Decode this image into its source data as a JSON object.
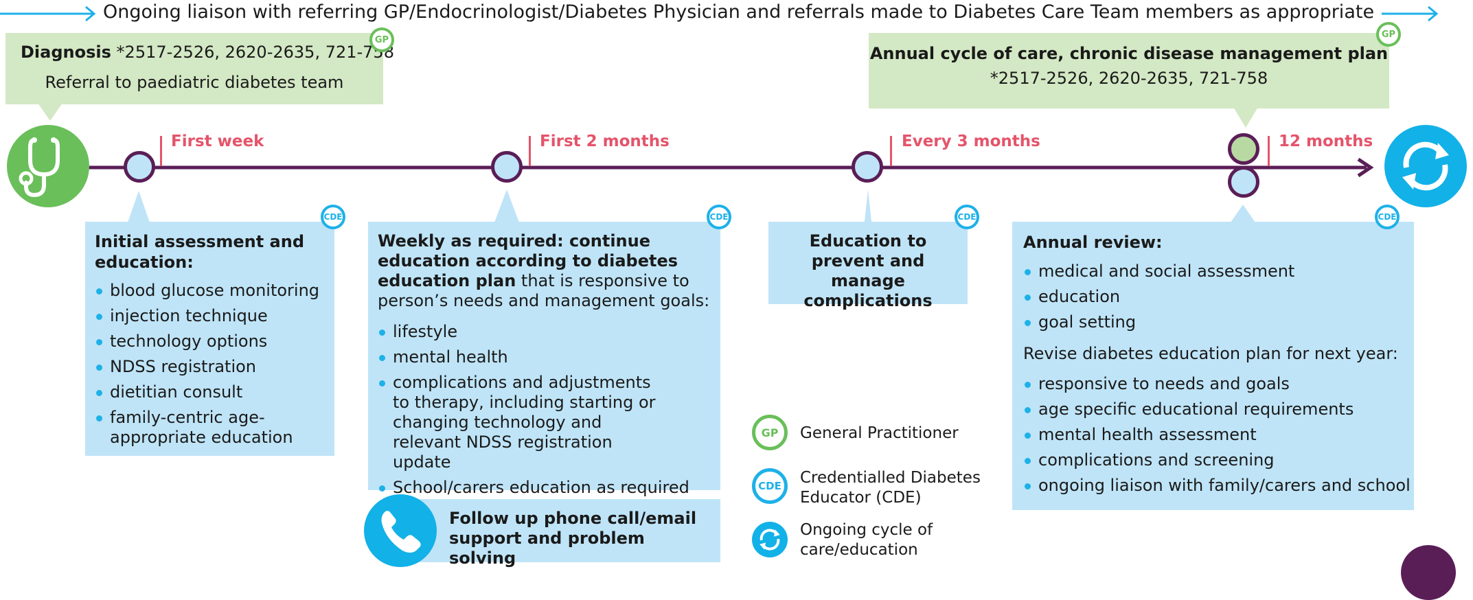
{
  "header": {
    "liaison_text": "Ongoing liaison with referring GP/Endocrinologist/Diabetes Physician and referrals made to Diabetes Care Team members as appropriate"
  },
  "diagnosis": {
    "title": "Diagnosis",
    "refs": "*2517-2526, 2620-2635, 721-758",
    "subtitle": "Referral to paediatric diabetes team",
    "badge": "GP"
  },
  "annual_cycle": {
    "title": "Annual cycle of care, chronic disease management plan",
    "refs": "*2517-2526, 2620-2635, 721-758",
    "badge": "GP"
  },
  "milestones": [
    "First week",
    "First 2 months",
    "Every 3 months",
    "12 months"
  ],
  "initial": {
    "badge": "CDE",
    "heading": "Initial assessment and education:",
    "items": [
      "blood glucose monitoring",
      "injection technique",
      "technology options",
      "NDSS registration",
      "dietitian consult",
      "family-centric age-appropriate education"
    ]
  },
  "weekly": {
    "badge": "CDE",
    "heading": "Weekly as required: continue education according to diabetes education plan",
    "body": "that is responsive to person’s needs and management goals:",
    "items": [
      "lifestyle",
      "mental health",
      "complications and adjustments to therapy, including starting or changing technology and relevant NDSS registration update",
      "School/carers education as required"
    ]
  },
  "phone": {
    "text": "Follow up phone call/email support and problem solving"
  },
  "education": {
    "badge": "CDE",
    "text": "Education to prevent and manage complications"
  },
  "annual_review": {
    "badge": "CDE",
    "heading": "Annual review:",
    "items1": [
      "medical and social assessment",
      "education",
      "goal setting"
    ],
    "revise": "Revise diabetes education plan for next year:",
    "items2": [
      "responsive to needs and goals",
      "age specific educational requirements",
      "mental health assessment",
      "complications and screening",
      "ongoing liaison with family/carers and school"
    ]
  },
  "legend": {
    "gp_badge": "GP",
    "gp_label": "General Practitioner",
    "cde_badge": "CDE",
    "cde_label": "Credentialled Diabetes Educator (CDE)",
    "cycle_label": "Ongoing cycle of care/education"
  },
  "colors": {
    "timeline": "#5a1e57",
    "milestone": "#e4546a",
    "blue_box": "#bfe4f7",
    "green_box": "#d3e8c4",
    "gp_green": "#6abf5a",
    "cde_blue": "#1eb1e8"
  },
  "icons": [
    "stethoscope-icon",
    "cycle-icon",
    "phone-icon",
    "arrow-right-icon"
  ]
}
